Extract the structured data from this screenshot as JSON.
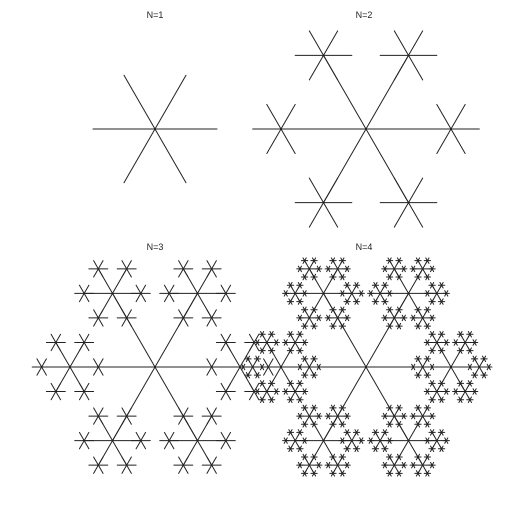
{
  "figure": {
    "panels": [
      {
        "title": "N=1",
        "depth": 1
      },
      {
        "title": "N=2",
        "depth": 2
      },
      {
        "title": "N=3",
        "depth": 3
      },
      {
        "title": "N=4",
        "depth": 4
      }
    ],
    "branch_count": 6,
    "sub_branch_ratio": 0.3333,
    "line_color": "#222222"
  }
}
